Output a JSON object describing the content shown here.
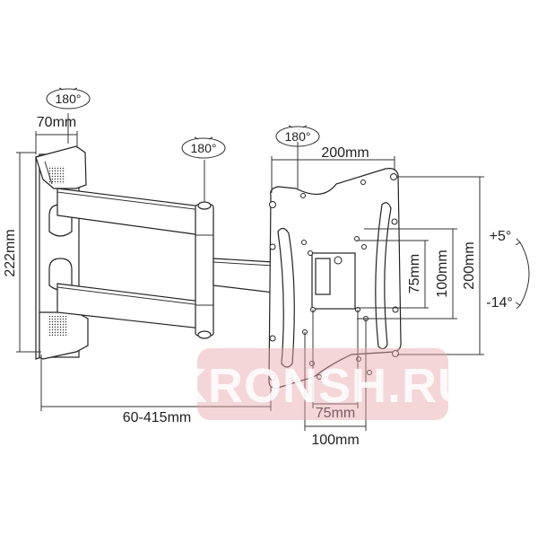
{
  "diagram": {
    "subject": "TV wall mount with articulating arm",
    "dimensions": {
      "wall_plate_width": "70mm",
      "wall_plate_height": "222mm",
      "extension_range": "60-415mm",
      "vesa_plate_width": "200mm",
      "vesa_plate_height": "200mm",
      "vesa_inner_horizontal_75": "75mm",
      "vesa_inner_horizontal_100": "100mm",
      "vesa_inner_vertical_75": "75mm",
      "vesa_inner_vertical_100": "100mm"
    },
    "rotations": {
      "wall_swivel": "180°",
      "arm_swivel": "180°",
      "plate_swivel": "180°"
    },
    "tilt": {
      "up": "+5°",
      "down": "-14°"
    },
    "watermark": "KRONSH.RU",
    "colors": {
      "line": "#222222",
      "watermark_bg": "#e7a3a8",
      "watermark_text": "#ffffff"
    }
  }
}
